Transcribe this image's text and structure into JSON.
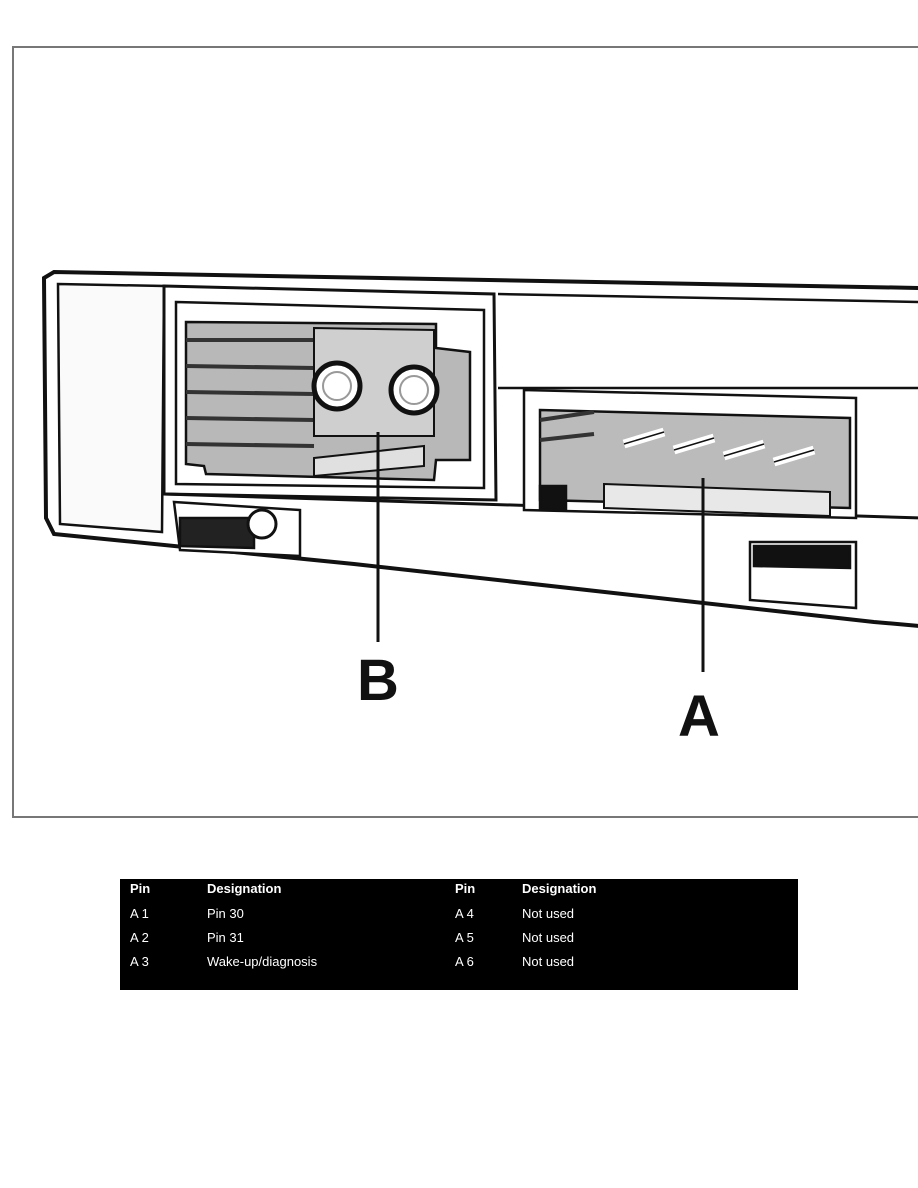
{
  "figure": {
    "callout_b": "B",
    "callout_a": "A"
  },
  "pin_table": {
    "headers": [
      "Pin",
      "Designation",
      "Pin",
      "Designation"
    ],
    "rows": [
      {
        "pin_left": "A 1",
        "designation_left": "Pin 30",
        "pin_right": "A 4",
        "designation_right": "Not used"
      },
      {
        "pin_left": "A 2",
        "designation_left": "Pin 31",
        "pin_right": "A 5",
        "designation_right": "Not used"
      },
      {
        "pin_left": "A 3",
        "designation_left": "Wake-up/diagnosis",
        "pin_right": "A 6",
        "designation_right": "Not used"
      }
    ]
  }
}
